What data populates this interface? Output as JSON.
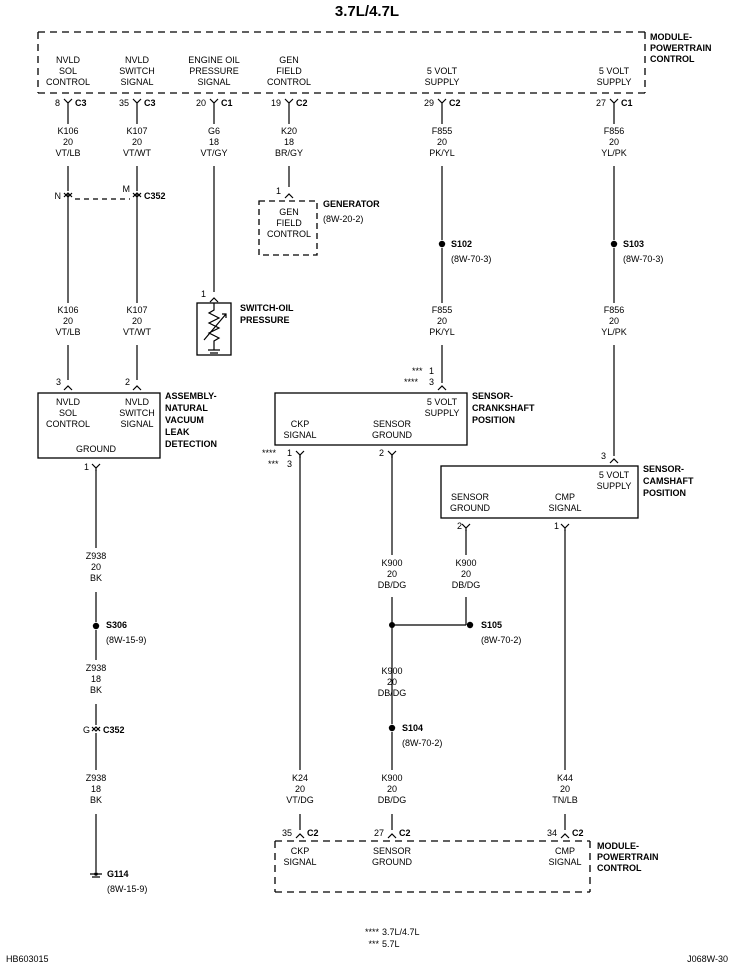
{
  "title": "3.7L/4.7L",
  "pcm_top": {
    "label": [
      "MODULE-",
      "POWERTRAIN",
      "CONTROL"
    ],
    "pins": [
      {
        "func": [
          "NVLD",
          "SOL",
          "CONTROL"
        ],
        "pin": "8",
        "conn": "C3"
      },
      {
        "func": [
          "NVLD",
          "SWITCH",
          "SIGNAL"
        ],
        "pin": "35",
        "conn": "C3"
      },
      {
        "func": [
          "ENGINE OIL",
          "PRESSURE",
          "SIGNAL"
        ],
        "pin": "20",
        "conn": "C1"
      },
      {
        "func": [
          "GEN",
          "FIELD",
          "CONTROL"
        ],
        "pin": "19",
        "conn": "C2"
      },
      {
        "func": [
          "5 VOLT",
          "SUPPLY"
        ],
        "pin": "29",
        "conn": "C2"
      },
      {
        "func": [
          "5 VOLT",
          "SUPPLY"
        ],
        "pin": "27",
        "conn": "C1"
      }
    ]
  },
  "wires": {
    "k106_top": [
      "K106",
      "20",
      "VT/LB"
    ],
    "k107_top": [
      "K107",
      "20",
      "VT/WT"
    ],
    "g6": [
      "G6",
      "18",
      "VT/GY"
    ],
    "k20": [
      "K20",
      "18",
      "BR/GY"
    ],
    "f855_top": [
      "F855",
      "20",
      "PK/YL"
    ],
    "f856_top": [
      "F856",
      "20",
      "YL/PK"
    ],
    "k106_bot": [
      "K106",
      "20",
      "VT/LB"
    ],
    "k107_bot": [
      "K107",
      "20",
      "VT/WT"
    ],
    "f855_bot": [
      "F855",
      "20",
      "PK/YL"
    ],
    "f856_bot": [
      "F856",
      "20",
      "YL/PK"
    ],
    "z938_a": [
      "Z938",
      "20",
      "BK"
    ],
    "z938_b": [
      "Z938",
      "18",
      "BK"
    ],
    "z938_c": [
      "Z938",
      "18",
      "BK"
    ],
    "k900_a": [
      "K900",
      "20",
      "DB/DG"
    ],
    "k900_b": [
      "K900",
      "20",
      "DB/DG"
    ],
    "k900_c": [
      "K900",
      "20",
      "DB/DG"
    ],
    "k900_d": [
      "K900",
      "20",
      "DB/DG"
    ],
    "k24": [
      "K24",
      "20",
      "VT/DG"
    ],
    "k44": [
      "K44",
      "20",
      "TN/LB"
    ]
  },
  "c352": {
    "pin_n": "N",
    "pin_m": "M",
    "label": "C352",
    "pin_g": "G"
  },
  "generator": {
    "name": "GENERATOR",
    "ref": "(8W-20-2)",
    "pin": "1",
    "func": [
      "GEN",
      "FIELD",
      "CONTROL"
    ]
  },
  "oil_switch": {
    "name": [
      "SWITCH-OIL",
      "PRESSURE"
    ],
    "pin": "1"
  },
  "splices": {
    "s102": {
      "id": "S102",
      "ref": "(8W-70-3)"
    },
    "s103": {
      "id": "S103",
      "ref": "(8W-70-3)"
    },
    "s306": {
      "id": "S306",
      "ref": "(8W-15-9)"
    },
    "s105": {
      "id": "S105",
      "ref": "(8W-70-2)"
    },
    "s104": {
      "id": "S104",
      "ref": "(8W-70-2)"
    }
  },
  "nvld_assy": {
    "name": [
      "ASSEMBLY-",
      "NATURAL",
      "VACUUM",
      "LEAK",
      "DETECTION"
    ],
    "pin_sol": "3",
    "pin_sw": "2",
    "pin_gnd": "1",
    "sol": [
      "NVLD",
      "SOL",
      "CONTROL"
    ],
    "sw": [
      "NVLD",
      "SWITCH",
      "SIGNAL"
    ],
    "gnd": "GROUND"
  },
  "ckp_sensor": {
    "name": [
      "SENSOR-",
      "CRANKSHAFT",
      "POSITION"
    ],
    "supply": [
      "5 VOLT",
      "SUPPLY"
    ],
    "sig": [
      "CKP",
      "SIGNAL"
    ],
    "gnd": [
      "SENSOR",
      "GROUND"
    ],
    "supply_pins": [
      {
        "mark": "***",
        "pin": "1"
      },
      {
        "mark": "****",
        "pin": "3"
      }
    ],
    "sig_pins": [
      {
        "mark": "****",
        "pin": "1"
      },
      {
        "mark": "***",
        "pin": "3"
      }
    ],
    "gnd_pin": "2"
  },
  "cmp_sensor": {
    "name": [
      "SENSOR-",
      "CAMSHAFT",
      "POSITION"
    ],
    "supply": [
      "5 VOLT",
      "SUPPLY"
    ],
    "gnd": [
      "SENSOR",
      "GROUND"
    ],
    "sig": [
      "CMP",
      "SIGNAL"
    ],
    "pin_supply": "3",
    "pin_gnd": "2",
    "pin_sig": "1"
  },
  "pcm_bot": {
    "label": [
      "MODULE-",
      "POWERTRAIN",
      "CONTROL"
    ],
    "pins": [
      {
        "func": [
          "CKP",
          "SIGNAL"
        ],
        "pin": "35",
        "conn": "C2"
      },
      {
        "func": [
          "SENSOR",
          "GROUND"
        ],
        "pin": "27",
        "conn": "C2"
      },
      {
        "func": [
          "CMP",
          "SIGNAL"
        ],
        "pin": "34",
        "conn": "C2"
      }
    ]
  },
  "ground": {
    "id": "G114",
    "ref": "(8W-15-9)"
  },
  "legend": [
    {
      "mark": "****",
      "text": "3.7L/4.7L"
    },
    {
      "mark": "***",
      "text": "5.7L"
    }
  ],
  "footer": {
    "left": "HB603015",
    "right": "J068W-30"
  }
}
